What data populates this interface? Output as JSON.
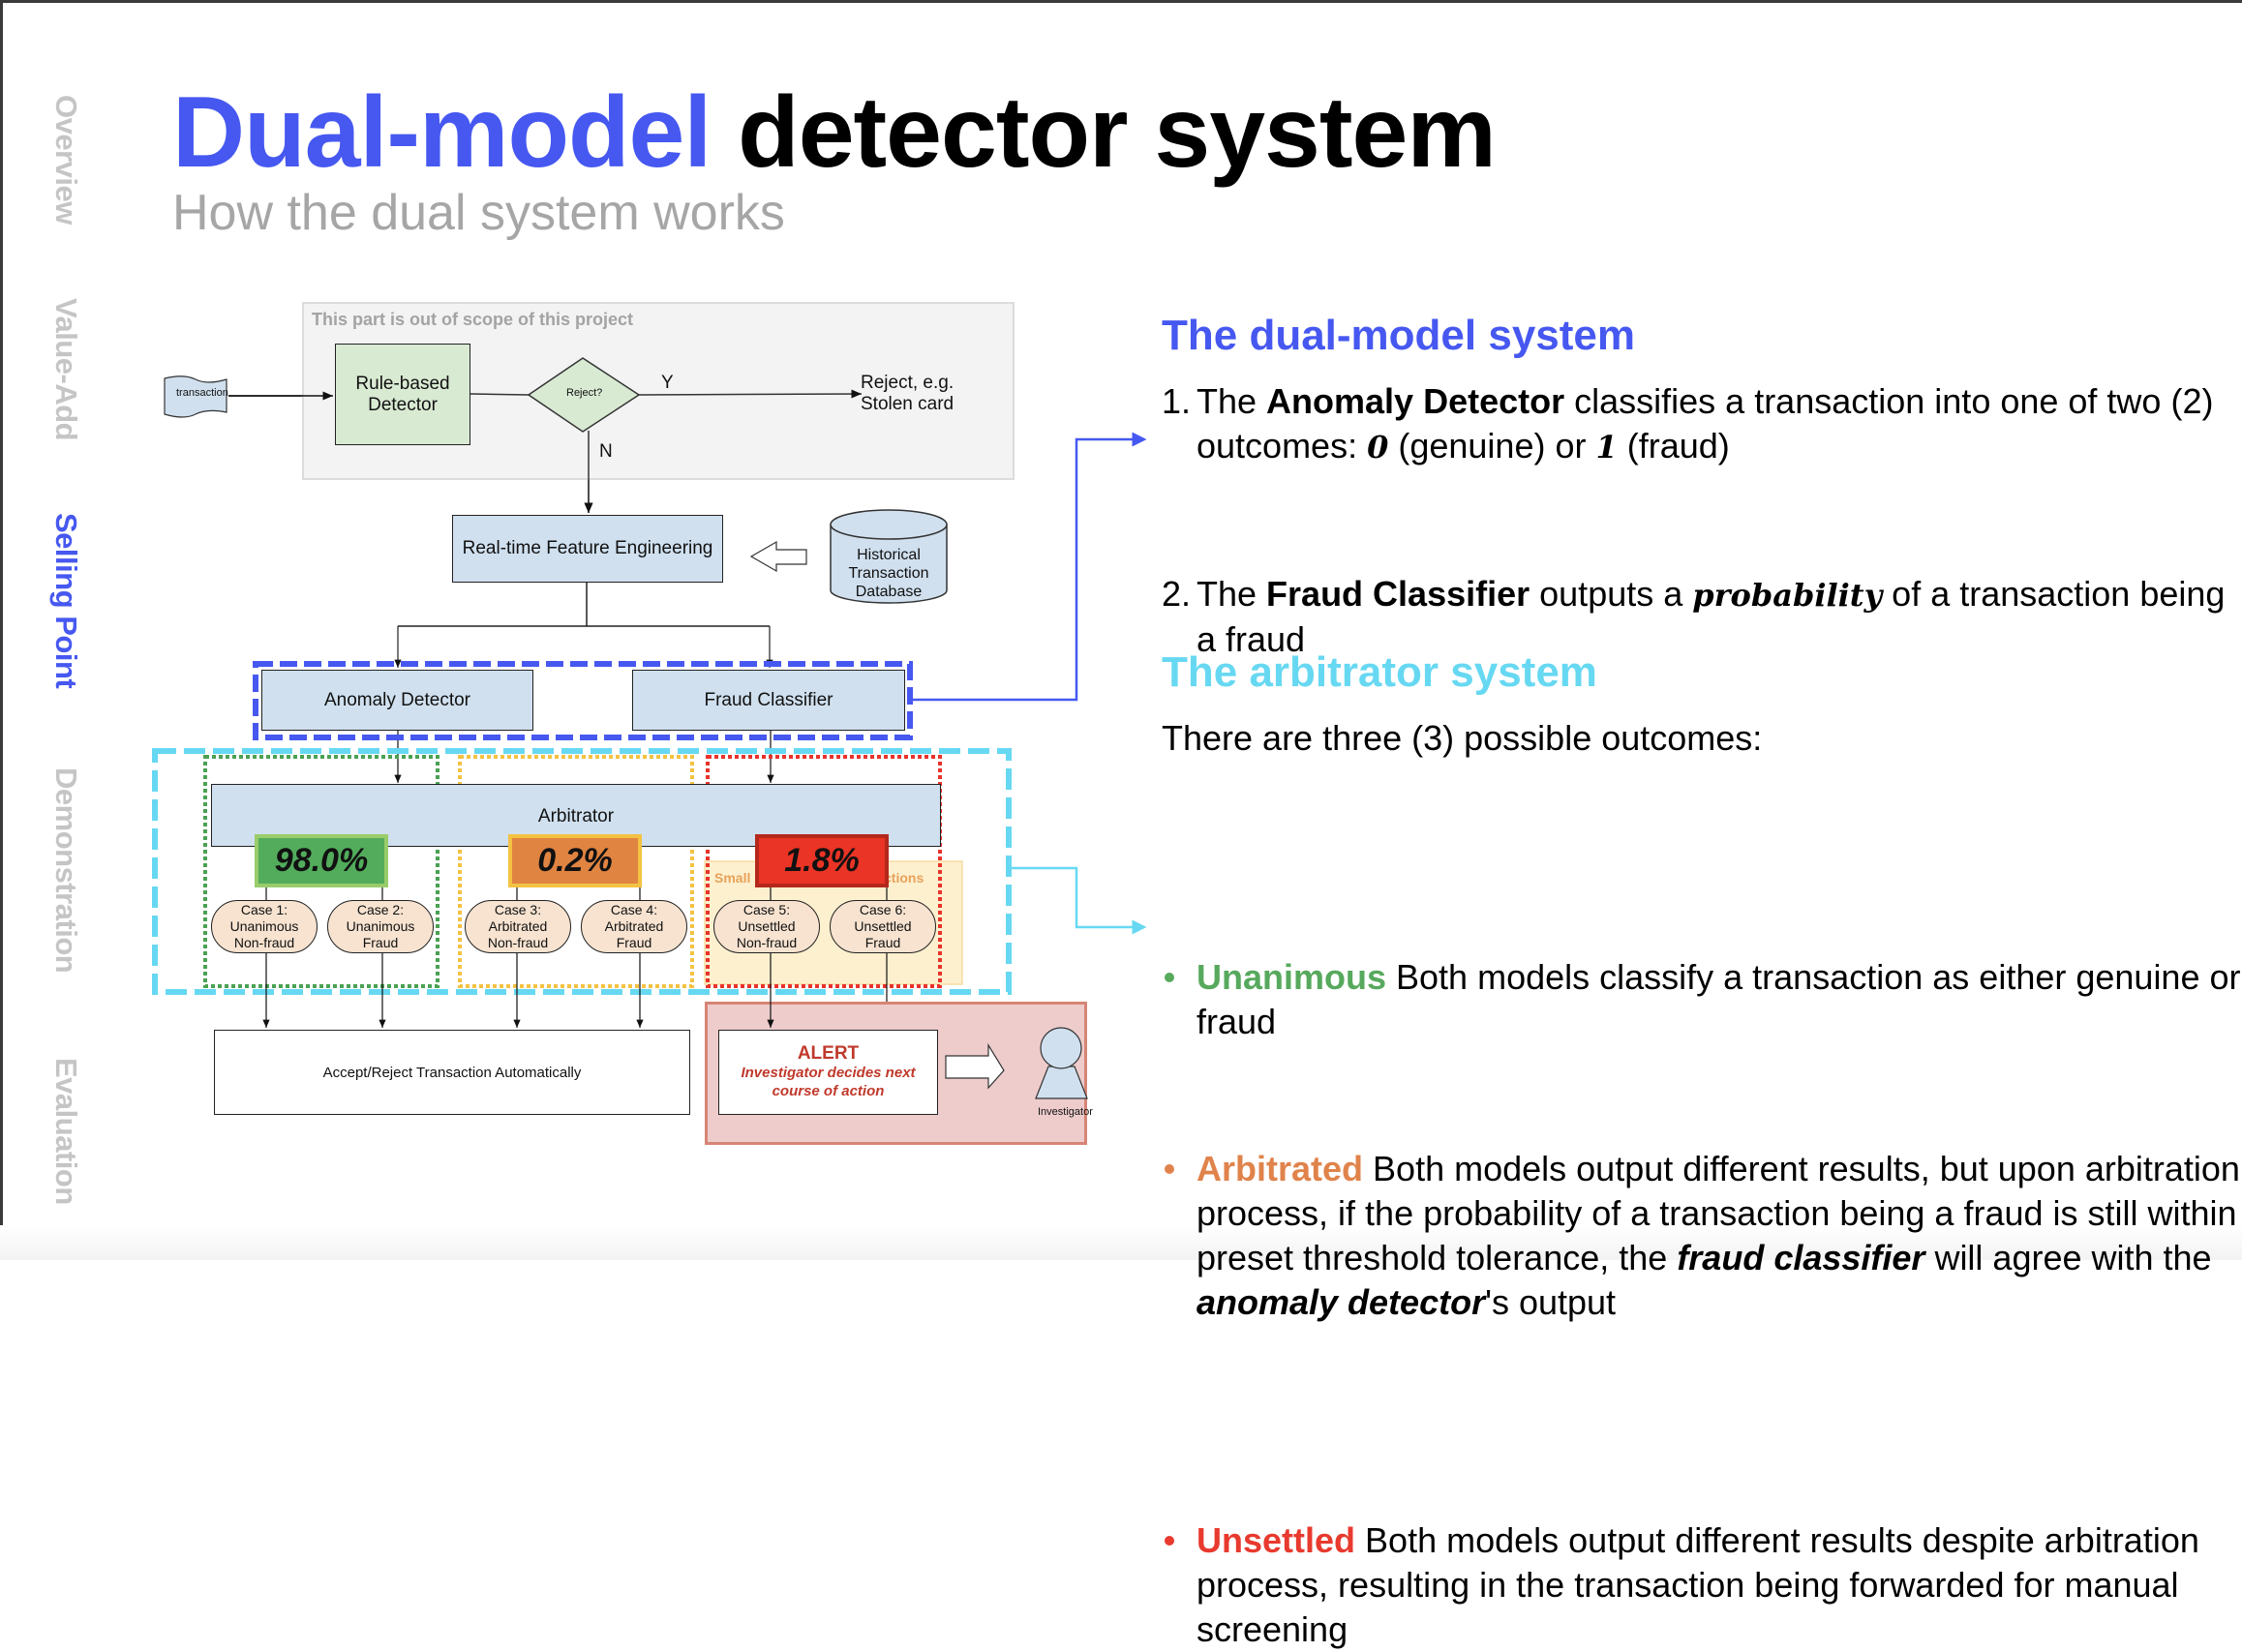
{
  "sidebar": {
    "items": [
      {
        "label": "Overview",
        "active": false
      },
      {
        "label": "Value-Add",
        "active": false
      },
      {
        "label": "Selling Point",
        "active": true
      },
      {
        "label": "Demonstration",
        "active": false
      },
      {
        "label": "Evaluation",
        "active": false
      }
    ]
  },
  "header": {
    "title_accent": "Dual-model",
    "title_rest": "detector system",
    "subtitle": "How the dual system works"
  },
  "colors": {
    "accent_blue": "#4658f0",
    "accent_cyan": "#67d8f2",
    "unanimous_green": "#57a95d",
    "arbitrated_orange": "#e0834b",
    "unsettled_red": "#e83a2e"
  },
  "diagram": {
    "scope_note": "This part is out of scope of this project",
    "transaction": "transaction",
    "rule_based": "Rule-based Detector",
    "decision": "Reject?",
    "yes_label": "Y",
    "no_label": "N",
    "reject_line1": "Reject, e.g.",
    "reject_line2": "Stolen card",
    "feature_engineering": "Real-time Feature Engineering",
    "database_line1": "Historical",
    "database_line2": "Transaction",
    "database_line3": "Database",
    "anomaly_detector": "Anomaly Detector",
    "fraud_classifier": "Fraud Classifier",
    "arbitrator": "Arbitrator",
    "small_note": "Small proportion of transactions",
    "groups": [
      {
        "percent": "98.0%",
        "fill": "#52ac5c",
        "border": "#99cc6a"
      },
      {
        "percent": "0.2%",
        "fill": "#e08442",
        "border": "#f4c242"
      },
      {
        "percent": "1.8%",
        "fill": "#ea3425",
        "border": "#b4281c"
      }
    ],
    "cases": [
      {
        "line1": "Case 1:",
        "line2": "Unanimous",
        "line3": "Non-fraud"
      },
      {
        "line1": "Case 2:",
        "line2": "Unanimous",
        "line3": "Fraud"
      },
      {
        "line1": "Case 3:",
        "line2": "Arbitrated",
        "line3": "Non-fraud"
      },
      {
        "line1": "Case 4:",
        "line2": "Arbitrated",
        "line3": "Fraud"
      },
      {
        "line1": "Case 5:",
        "line2": "Unsettled",
        "line3": "Non-fraud"
      },
      {
        "line1": "Case 6:",
        "line2": "Unsettled",
        "line3": "Fraud"
      }
    ],
    "auto_action": "Accept/Reject Transaction Automatically",
    "alert_title": "ALERT",
    "alert_sub_line1": "Investigator decides next",
    "alert_sub_line2": "course of action",
    "investigator": "Investigator"
  },
  "dual_model": {
    "heading": "The dual-model system",
    "items": [
      {
        "number": "1.",
        "pre": "The ",
        "bold": "Anomaly Detector",
        "mid": " classifies a transaction into one of two (2) outcomes: ",
        "val0": "0",
        "mid2": " (genuine) or ",
        "val1": "1",
        "post": " (fraud)"
      },
      {
        "number": "2.",
        "pre": "The ",
        "bold": "Fraud Classifier",
        "mid": " outputs a ",
        "emph": "probability",
        "post": " of a transaction being a fraud"
      }
    ]
  },
  "arbitrator": {
    "heading": "The arbitrator system",
    "intro": "There are three (3) possible outcomes:",
    "outcomes": [
      {
        "keyword": "Unanimous",
        "text": " Both models classify a transaction as either genuine or fraud"
      },
      {
        "keyword": "Arbitrated",
        "text": " Both models output different results, but upon arbitration process, if the probability of a transaction being a fraud is still within preset threshold tolerance, the ",
        "emph1": "fraud classifier",
        "text2": " will agree with the ",
        "emph2": "anomaly detector",
        "text3": "'s output"
      },
      {
        "keyword": "Unsettled",
        "text": " Both models output different results despite arbitration process, resulting in the transaction being forwarded for manual screening"
      }
    ]
  }
}
